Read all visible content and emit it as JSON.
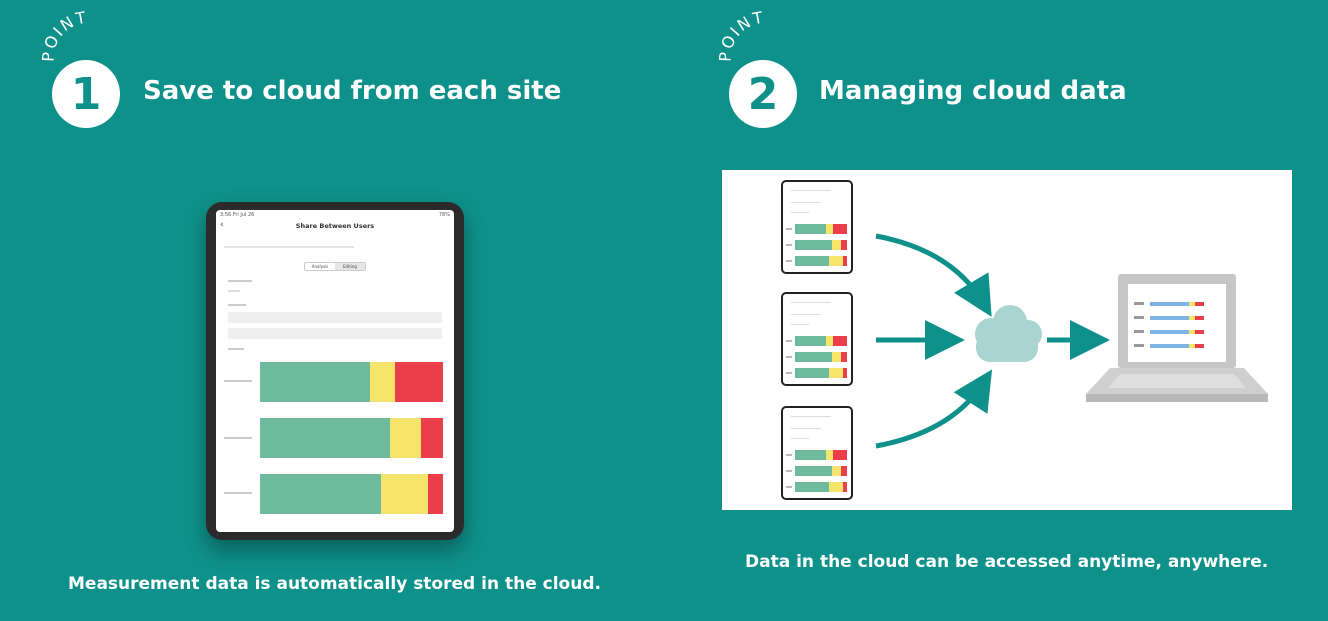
{
  "points": [
    {
      "tag": "POINT",
      "number": "1",
      "title": "Save to cloud from each site",
      "caption": "Measurement data is automatically stored in the cloud."
    },
    {
      "tag": "POINT",
      "number": "2",
      "title": "Managing cloud data",
      "caption": "Data in the cloud can be accessed anytime, anywhere."
    }
  ],
  "tablet_screen": {
    "status_time": "3:56 Fri Jul 26",
    "status_battery": "78%",
    "title": "Share Between Users",
    "back_icon": "chevron-left-icon",
    "segments": [
      "Analysis",
      "Editing"
    ],
    "bars": [
      {
        "green": 0.6,
        "yellow": 0.14,
        "red": 0.26
      },
      {
        "green": 0.71,
        "yellow": 0.17,
        "red": 0.12
      },
      {
        "green": 0.66,
        "yellow": 0.26,
        "red": 0.08
      }
    ]
  },
  "colors": {
    "background": "#0e918a",
    "green": "#6dbb9c",
    "yellow": "#f7e56b",
    "red": "#ea3f4b",
    "arrow": "#0e918a",
    "cloud": "#a9d4d0",
    "blue_bar": "#7fb3e6"
  },
  "icons": {
    "cloud": "cloud-icon",
    "arrow": "arrow-right-icon",
    "laptop": "laptop-icon"
  }
}
